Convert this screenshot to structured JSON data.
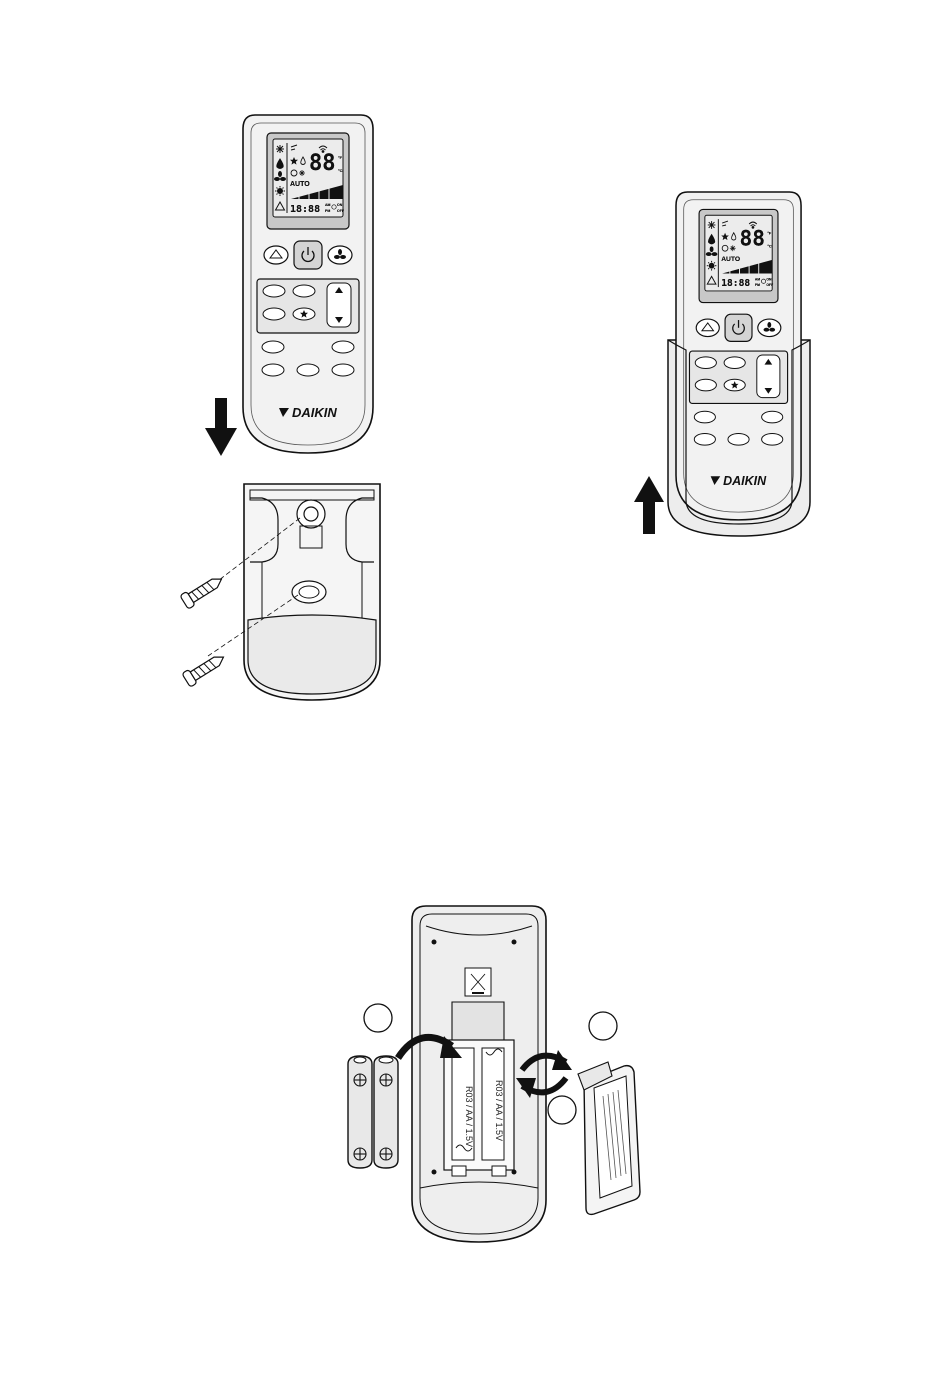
{
  "brand": "DAIKIN",
  "lcd": {
    "digits": "88",
    "mode": "AUTO",
    "clock": "18:88",
    "unit_f": "°F",
    "unit_c": "°C",
    "am": "AM",
    "pm": "PM",
    "on": "ON",
    "off": "OFF"
  },
  "battery": {
    "label": "R03 / AA / 1.5V"
  },
  "colors": {
    "ink": "#111111",
    "remote_fill": "#f2f2f2",
    "lcd_fill": "#dcdcdc",
    "button_fill": "#ffffff",
    "power_fill": "#d4d4d4"
  },
  "icons": [
    "snowflake-icon",
    "drop-icon",
    "fan-icon",
    "sun-icon",
    "star-icon",
    "power-icon",
    "wifi-icon",
    "warning-icon",
    "arrow-down-icon",
    "arrow-up-icon",
    "rotate-arrow-icon",
    "screw-icon",
    "battery-icon",
    "recycle-bin-icon"
  ]
}
